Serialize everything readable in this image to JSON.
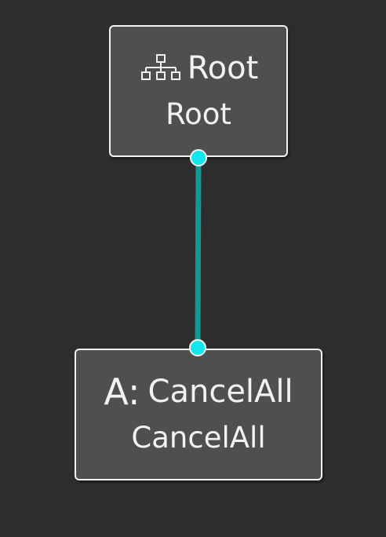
{
  "colors": {
    "background": "#2d2d2d",
    "node_fill": "#4f4f4f",
    "node_border": "#f2f2f2",
    "edge": "#0f9a94",
    "port": "#13e6ec"
  },
  "nodes": {
    "root": {
      "icon": "tree-hierarchy-icon",
      "title": "Root",
      "subtitle": "Root"
    },
    "action": {
      "prefix": "A:",
      "title": "CancelAll",
      "subtitle": "CancelAll"
    }
  }
}
